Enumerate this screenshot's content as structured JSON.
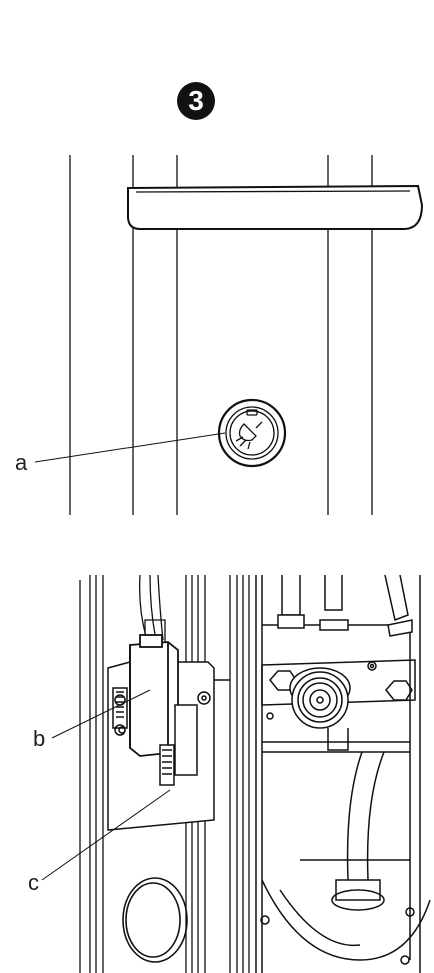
{
  "step": {
    "number": "3"
  },
  "callouts": {
    "a": "a",
    "b": "b",
    "c": "c"
  },
  "icons": {
    "light_button": "lamp-icon"
  }
}
